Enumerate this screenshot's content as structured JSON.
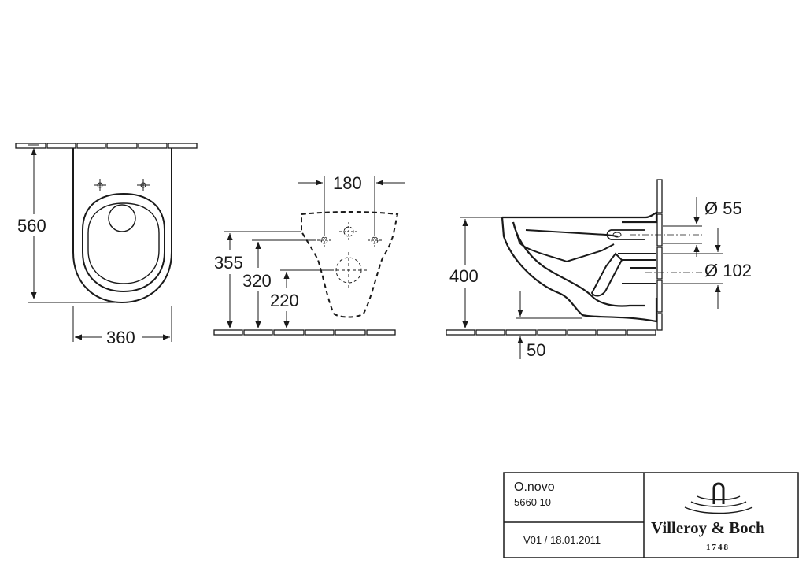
{
  "dimensions": {
    "front_height": "560",
    "front_width": "360",
    "rear_bolt_spacing": "180",
    "rear_height_top": "355",
    "rear_height_mid": "320",
    "rear_height_low": "220",
    "side_height": "400",
    "side_offset": "50",
    "inlet_diameter": "Ø 55",
    "outlet_diameter": "Ø 102"
  },
  "title_block": {
    "product_name": "O.novo",
    "article_number": "5660 10",
    "version": "V01 / 18.01.2011",
    "brand_name": "Villeroy & Boch",
    "brand_year": "1748"
  }
}
